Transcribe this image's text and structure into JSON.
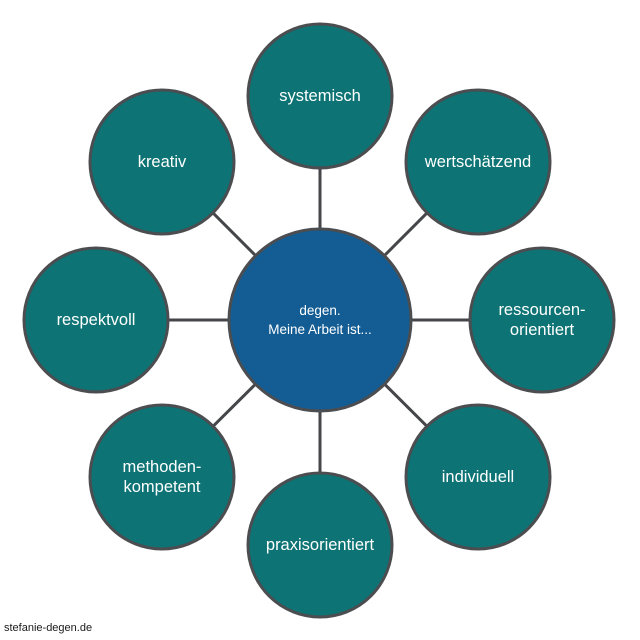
{
  "center": {
    "lines": [
      "degen.",
      "Meine Arbeit ist..."
    ]
  },
  "nodes": [
    {
      "id": "systemisch",
      "lines": [
        "systemisch"
      ]
    },
    {
      "id": "wertschaetzend",
      "lines": [
        "wertschätzend"
      ]
    },
    {
      "id": "ressourcenorientiert",
      "lines": [
        "ressourcen-",
        "orientiert"
      ]
    },
    {
      "id": "individuell",
      "lines": [
        "individuell"
      ]
    },
    {
      "id": "praxisorientiert",
      "lines": [
        "praxisorientiert"
      ]
    },
    {
      "id": "methodenkompetent",
      "lines": [
        "methoden-",
        "kompetent"
      ]
    },
    {
      "id": "respektvoll",
      "lines": [
        "respektvoll"
      ]
    },
    {
      "id": "kreativ",
      "lines": [
        "kreativ"
      ]
    }
  ],
  "footer": {
    "credit": "stefanie-degen.de"
  },
  "colors": {
    "outer_node_fill": "#0e7374",
    "center_fill": "#135d94",
    "outline": "#4b4d50",
    "connector": "#45464a"
  }
}
